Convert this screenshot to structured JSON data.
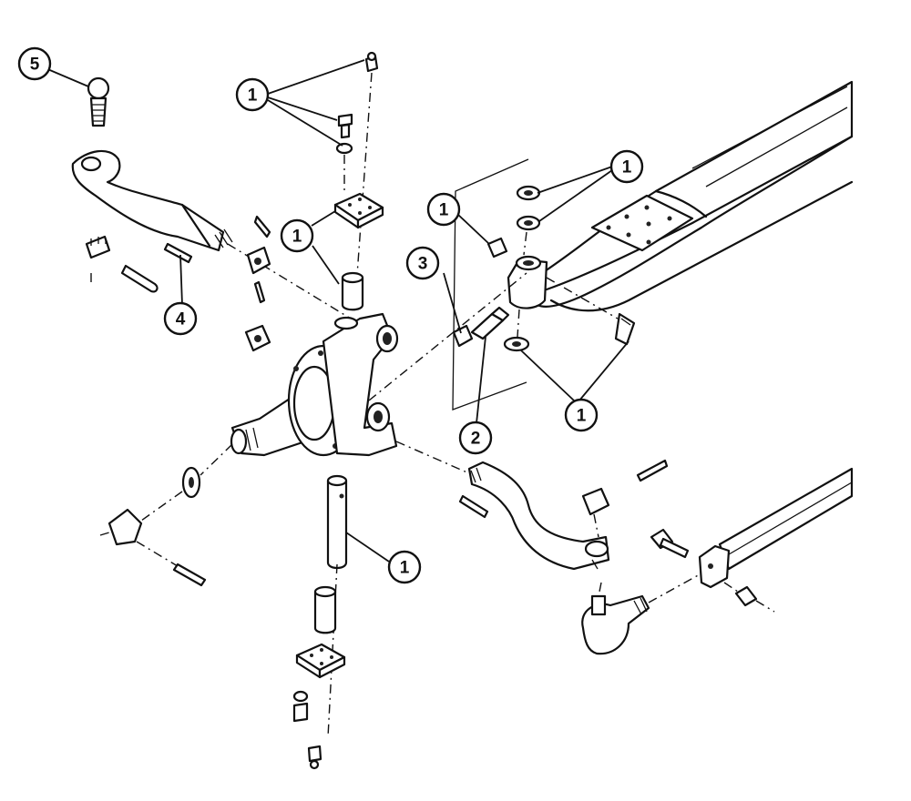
{
  "callouts": {
    "c5": "5",
    "c1_top_fasteners": "1",
    "c1_king_pin_cap": "1",
    "c1_bushing_upper": "1",
    "c1_washers": "1",
    "c1_nut": "1",
    "c3": "3",
    "c4": "4",
    "c2": "2",
    "c1_lower_shims": "1",
    "c1_king_pin": "1"
  },
  "colors": {
    "ink": "#111111",
    "paper": "#ffffff"
  }
}
